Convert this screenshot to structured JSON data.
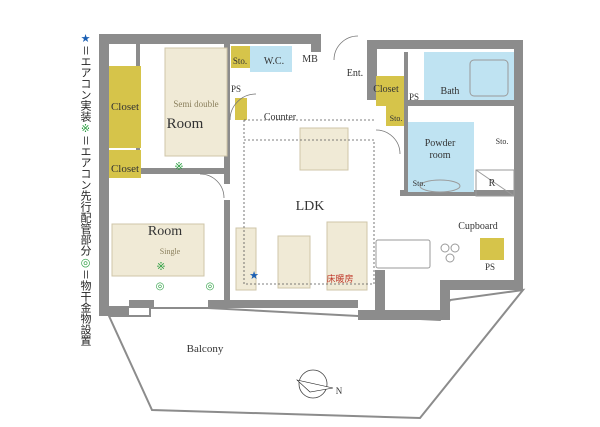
{
  "legend": {
    "star_symbol": "★",
    "star_text": "＝エアコン実装",
    "snow_symbol": "※",
    "snow_text": "＝エアコン先行配管部分",
    "ring_symbol": "◎",
    "ring_text": "＝物干金物設置"
  },
  "rooms": {
    "closet_left_top": "Closet",
    "closet_left_bottom": "Closet",
    "semi_double": "Semi double",
    "room_upper": "Room",
    "room_lower": "Room",
    "single": "Single",
    "sto_wc": "Sto.",
    "wc": "W.C.",
    "mb": "MB",
    "ps_left": "PS",
    "counter": "Counter",
    "ent": "Ent.",
    "closet_ent": "Closet",
    "ps_mid": "PS",
    "sto_ent": "Sto.",
    "bath": "Bath",
    "powder_room_1": "Powder",
    "powder_room_2": "room",
    "sto_powder": "Sto.",
    "sto_right": "Sto.",
    "r_mark": "R",
    "ldk": "LDK",
    "floor_heating": "床暖房",
    "cupboard": "Cupboard",
    "ps_kitchen": "PS",
    "balcony": "Balcony",
    "north": "N"
  },
  "colors": {
    "wall": "#8c8c8c",
    "closet": "#d6c44a",
    "wet_area": "#bfe3f2",
    "furniture": "#f0ead6",
    "air_con_star": "#1a5fb4",
    "pipe_mark": "#2ea043"
  }
}
